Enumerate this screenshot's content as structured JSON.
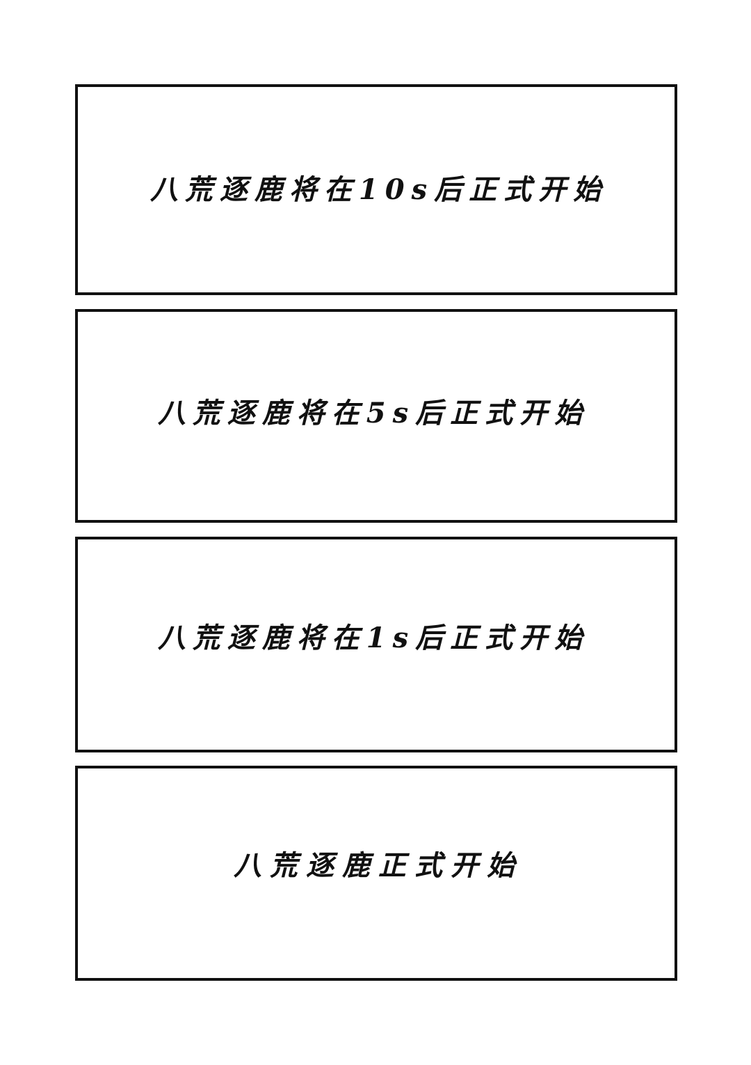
{
  "panels": [
    {
      "caption": "八荒逐鹿将在10s后正式开始"
    },
    {
      "caption": "八荒逐鹿将在5s后正式开始"
    },
    {
      "caption": "八荒逐鹿将在1s后正式开始"
    },
    {
      "caption": "八荒逐鹿正式开始"
    }
  ]
}
